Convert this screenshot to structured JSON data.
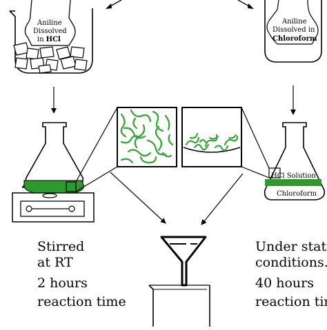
{
  "left_beaker": {
    "line1": "Aniline",
    "line2": "Dissolved",
    "line3_prefix": "in",
    "line3_bold": "HCl"
  },
  "right_beaker": {
    "line1": "Aniline",
    "line2": "Dissolved in",
    "line3_bold": "Chloroform"
  },
  "right_flask": {
    "top_layer": "HCl Solution",
    "bottom_layer": "Chloroform"
  },
  "left_caption": {
    "line1": "Stirred",
    "line2": "at RT",
    "line3": "2 hours",
    "line4": "reaction time"
  },
  "right_caption": {
    "line1": "Under static",
    "line2": "conditions.",
    "line3": "40 hours",
    "line4": "reaction time"
  },
  "colors": {
    "fiber_green": "#3aa33a",
    "solution_green": "#2e9a2e",
    "outline": "#000000"
  }
}
